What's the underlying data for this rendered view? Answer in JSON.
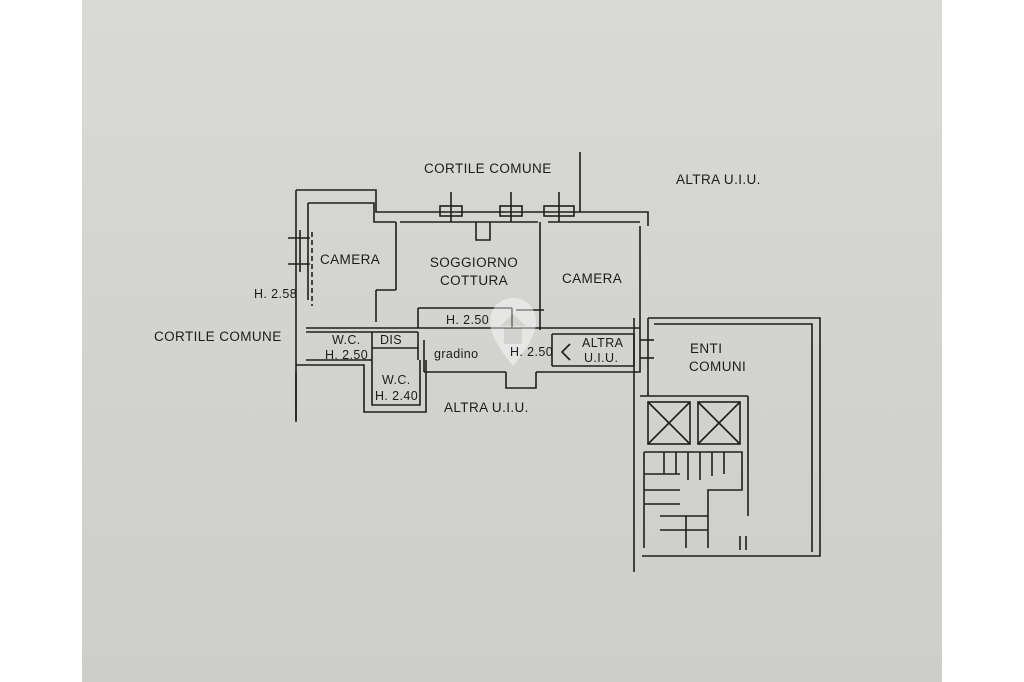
{
  "labels": {
    "cortile_top": "CORTILE COMUNE",
    "cortile_left": "CORTILE COMUNE",
    "altra_uiu_top": "ALTRA U.I.U.",
    "altra_uiu_bottom": "ALTRA U.I.U.",
    "camera_left": "CAMERA",
    "soggiorno_line1": "SOGGIORNO",
    "soggiorno_line2": "COTTURA",
    "camera_right": "CAMERA",
    "h_258": "H. 2.58",
    "h_250_center": "H. 2.50",
    "wc1": "W.C.",
    "wc1_h": "H. 2.50",
    "dis": "DIS",
    "wc2": "W.C.",
    "wc2_h": "H. 2.40",
    "gradino": "gradino",
    "h_250_right": "H. 2.50",
    "altra_uiu_small_1": "ALTRA",
    "altra_uiu_small_2": "U.I.U.",
    "enti_1": "ENTI",
    "enti_2": "COMUNI"
  },
  "colors": {
    "paper": "#d5d6d2",
    "ink": "#1c1c1c",
    "watermark": "#ffffff"
  }
}
